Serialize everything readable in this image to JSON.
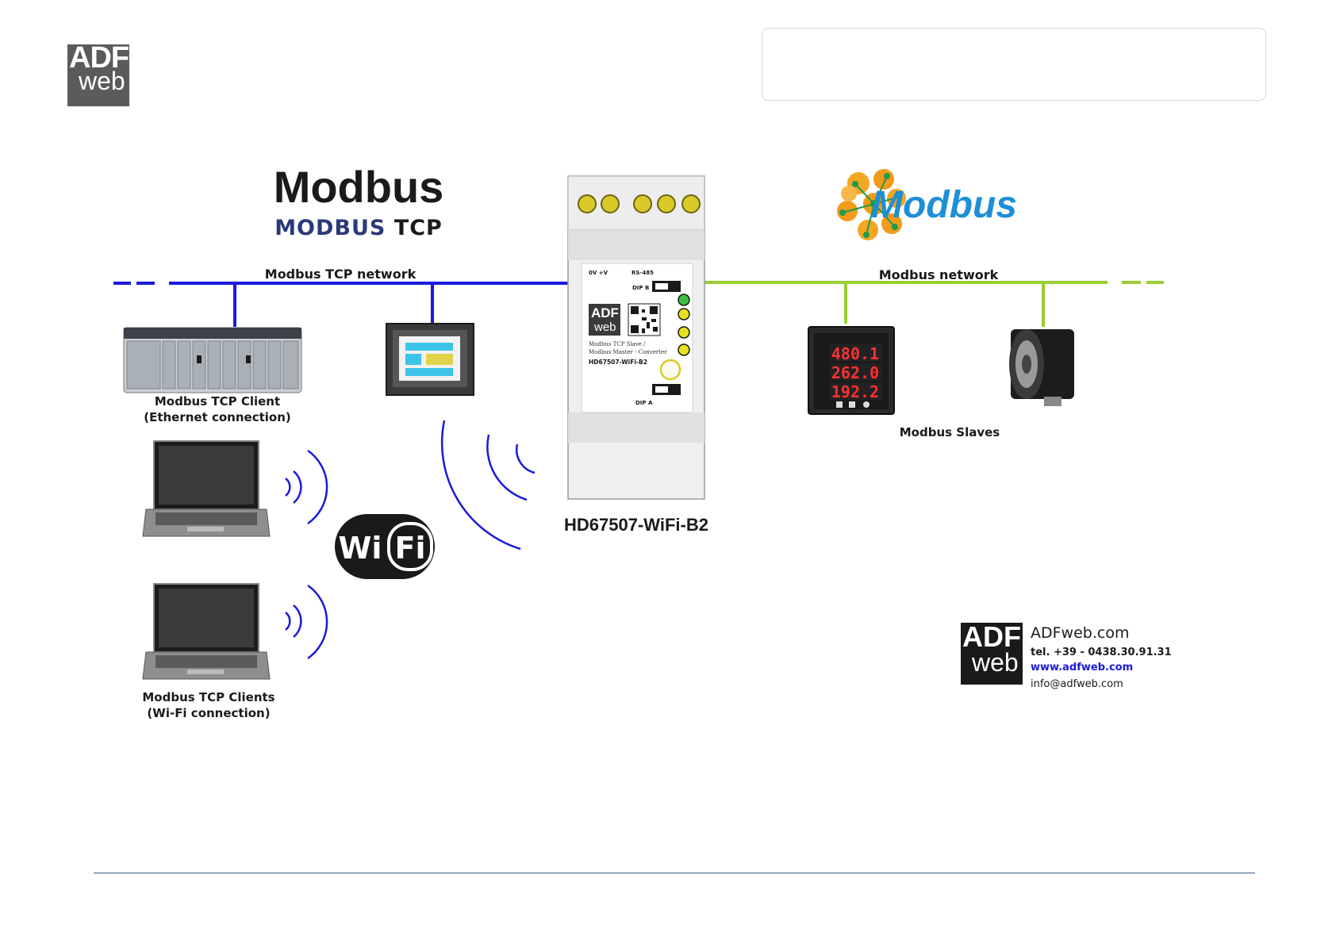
{
  "header": {
    "logo_top": "ADF",
    "logo_bottom": "web"
  },
  "left_protocol": {
    "logo_title": "Modbus",
    "logo_sub_a": "MODBUS",
    "logo_sub_b": " TCP",
    "network_label": "Modbus TCP network"
  },
  "right_protocol": {
    "logo_title": "Modbus",
    "network_label": "Modbus network"
  },
  "devices": {
    "plc_label_line1": "Modbus TCP Client",
    "plc_label_line2": "(Ethernet connection)",
    "wifi_clients_line1": "Modbus TCP Clients",
    "wifi_clients_line2": "(Wi-Fi connection)",
    "slaves_label": "Modbus Slaves",
    "meter_values": [
      "480.1",
      "262.0",
      "192.2"
    ],
    "wifi_logo_a": "Wi",
    "wifi_logo_b": "Fi"
  },
  "converter": {
    "name": "HD67507-WiFi-B2",
    "panel_text_1": "Modbus TCP Slave /",
    "panel_text_2": "Modbus Master - Converter",
    "panel_model": "HD67507-WiFi-B2",
    "dip_a": "DIP B",
    "dip_b": "DIP A",
    "port_a": "RS-485",
    "port_b": "0V   +V"
  },
  "contact": {
    "logo_top": "ADF",
    "logo_bottom": "web",
    "company": "ADFweb.com",
    "tel": "tel. +39 - 0438.30.91.31",
    "website": "www.adfweb.com",
    "email": "info@adfweb.com"
  },
  "colors": {
    "tcp_network": "#1a1adc",
    "modbus_network": "#9acd32",
    "modbus_logo_blue": "#1e8fd6",
    "modbus_logo_orange": "#f29a1a",
    "logo_grey": "#5b5b5b"
  }
}
